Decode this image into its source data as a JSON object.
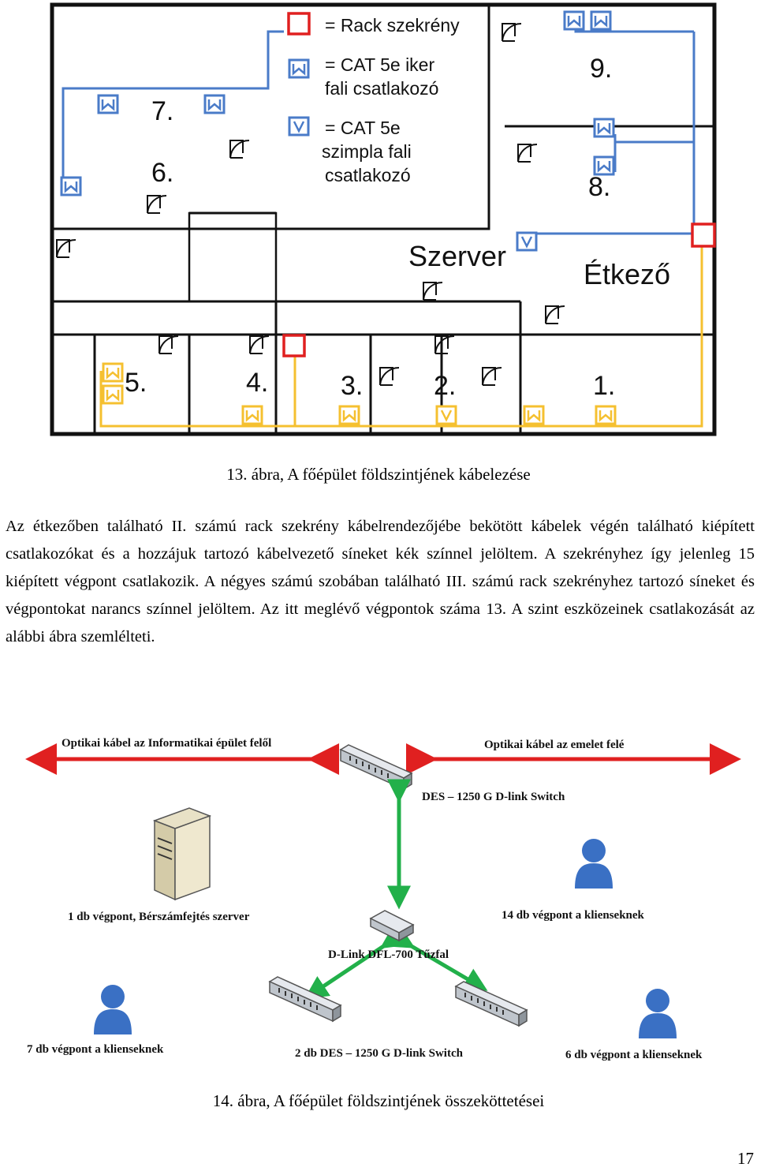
{
  "figure1": {
    "legend": {
      "rack": "= Rack szekrény",
      "dual_l1": "= CAT 5e iker",
      "dual_l2": "fali csatlakozó",
      "single_l1": "= CAT 5e",
      "single_l2": "szimpla fali",
      "single_l3": "csatlakozó"
    },
    "rooms": {
      "r1": "1.",
      "r2": "2.",
      "r3": "3.",
      "r4": "4.",
      "r5": "5.",
      "r6": "6.",
      "r7": "7.",
      "r8": "8.",
      "r9": "9.",
      "server": "Szerver",
      "dining": "Étkező"
    },
    "colors": {
      "blue_cable": "#4a7bc8",
      "orange_cable": "#f5c030",
      "rack": "#e02020",
      "walls": "#111111"
    },
    "caption": "13. ábra, A főépület földszintjének kábelezése"
  },
  "paragraph": "Az étkezőben található II. számú rack szekrény kábelrendezőjébe bekötött kábelek végén található kiépített csatlakozókat és a hozzájuk tartozó kábelvezető síneket kék színnel jelöltem. A szekrényhez így jelenleg 15 kiépített végpont csatlakozik. A négyes számú szobában található III. számú rack szekrényhez tartozó síneket és végpontokat narancs színnel jelöltem. Az itt meglévő végpontok száma 13. A szint eszközeinek csatlakozását az alábbi ábra szemlélteti.",
  "figure2": {
    "fiber_left": "Optikai kábel az Informatikai épület felől",
    "fiber_right": "Optikai kábel az emelet felé",
    "core_switch": "DES – 1250 G D-link Switch",
    "server_label": "1 db végpont, Bérszámfejtés szerver",
    "clients_14": "14 db végpont a klienseknek",
    "firewall": "D-Link DFL-700 Tűzfal",
    "clients_7": "7 db végpont a klienseknek",
    "access_switches": "2 db DES – 1250 G D-link Switch",
    "clients_6": "6 db végpont a klienseknek",
    "colors": {
      "fiber": "#e02020",
      "link": "#22b04a"
    },
    "caption": "14. ábra, A főépület földszintjének összeköttetései"
  },
  "page_number": "17"
}
